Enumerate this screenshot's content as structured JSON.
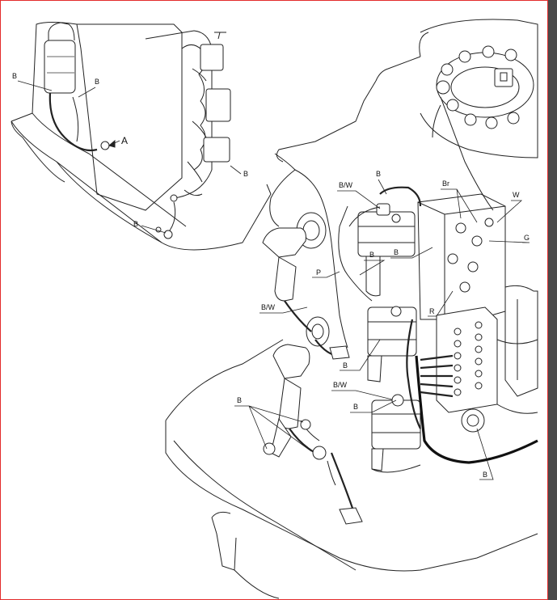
{
  "colors": {
    "frame_left": "#e32b2b",
    "frame_right": "#4a4a4a",
    "line": "#222222",
    "background": "#ffffff"
  },
  "labels": {
    "inset_b_top_1": "B",
    "inset_b_top_2": "B",
    "inset_arrow_a": "A",
    "inset_b_right": "B",
    "inset_b_bottom": "B",
    "bw_top": "B/W",
    "b_top": "B",
    "br_top": "Br",
    "w_right": "W",
    "g_right": "G",
    "p_left": "P",
    "b_mid_1": "B",
    "b_mid_2": "B",
    "r_mid": "R",
    "bw_left": "B/W",
    "b_center": "B",
    "bw_lower": "B/W",
    "b_lower": "B",
    "b_left_group": "B",
    "b_bottom_right": "B"
  }
}
